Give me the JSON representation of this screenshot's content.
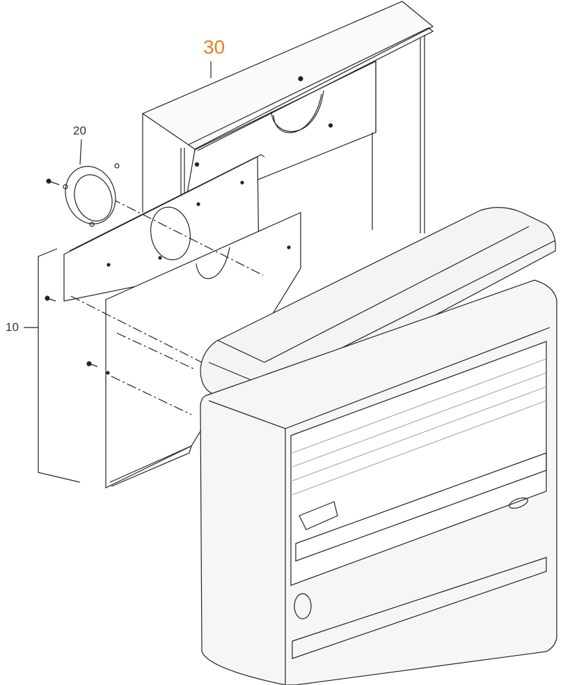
{
  "labels": {
    "part_30": "30",
    "part_20": "20",
    "part_10": "10"
  },
  "colors": {
    "highlight": "#EE7D2A",
    "line": "#222222",
    "fill_light": "#f4f4f4"
  }
}
